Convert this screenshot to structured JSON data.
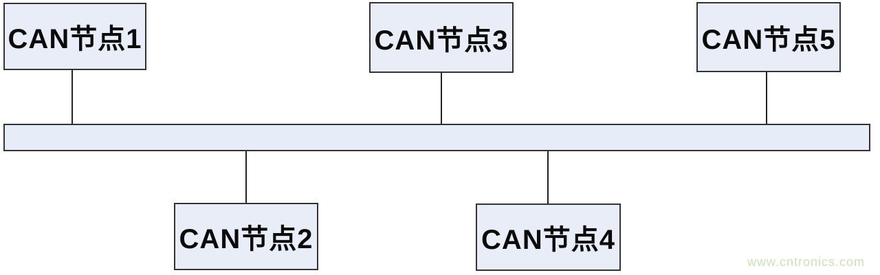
{
  "diagram": {
    "type": "can-bus-topology",
    "nodes": [
      {
        "id": "node1",
        "label": "CAN节点1",
        "row": "top"
      },
      {
        "id": "node2",
        "label": "CAN节点2",
        "row": "bottom"
      },
      {
        "id": "node3",
        "label": "CAN节点3",
        "row": "top"
      },
      {
        "id": "node4",
        "label": "CAN节点4",
        "row": "bottom"
      },
      {
        "id": "node5",
        "label": "CAN节点5",
        "row": "top"
      }
    ],
    "bus": {
      "description": "horizontal bus bar all five nodes connect to"
    },
    "connections": [
      {
        "from": "node1",
        "to": "bus"
      },
      {
        "from": "node2",
        "to": "bus"
      },
      {
        "from": "node3",
        "to": "bus"
      },
      {
        "from": "node4",
        "to": "bus"
      },
      {
        "from": "node5",
        "to": "bus"
      }
    ],
    "colors": {
      "node_fill": "#e9edf8",
      "bus_fill": "#e6ecf8",
      "border": "#333333",
      "line": "#222222",
      "text": "#0b0b0b",
      "watermark": "#cbe3b3",
      "background": "#ffffff"
    },
    "watermark": "www.cntronics.com"
  }
}
